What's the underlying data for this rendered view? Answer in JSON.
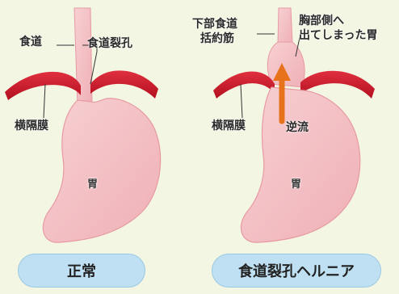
{
  "left_panel": {
    "labels": {
      "esophagus": "食道",
      "hiatus": "食道裂孔",
      "diaphragm": "横隔膜",
      "stomach": "胃"
    },
    "caption": "正常"
  },
  "right_panel": {
    "labels": {
      "lower_sphincter_line1": "下部食道",
      "lower_sphincter_line2": "括約筋",
      "herniated_line1": "胸部側へ",
      "herniated_line2": "出てしまった胃",
      "diaphragm": "横隔膜",
      "reflux": "逆流",
      "stomach": "胃"
    },
    "caption": "食道裂孔ヘルニア"
  },
  "colors": {
    "background": "#f3f6e3",
    "diaphragm": "#c8182a",
    "stomach_fill": "#f4c0c4",
    "stomach_stroke": "#e79aa2",
    "reflux_arrow": "#e8721c",
    "caption_pill": "#bfe0f2"
  }
}
